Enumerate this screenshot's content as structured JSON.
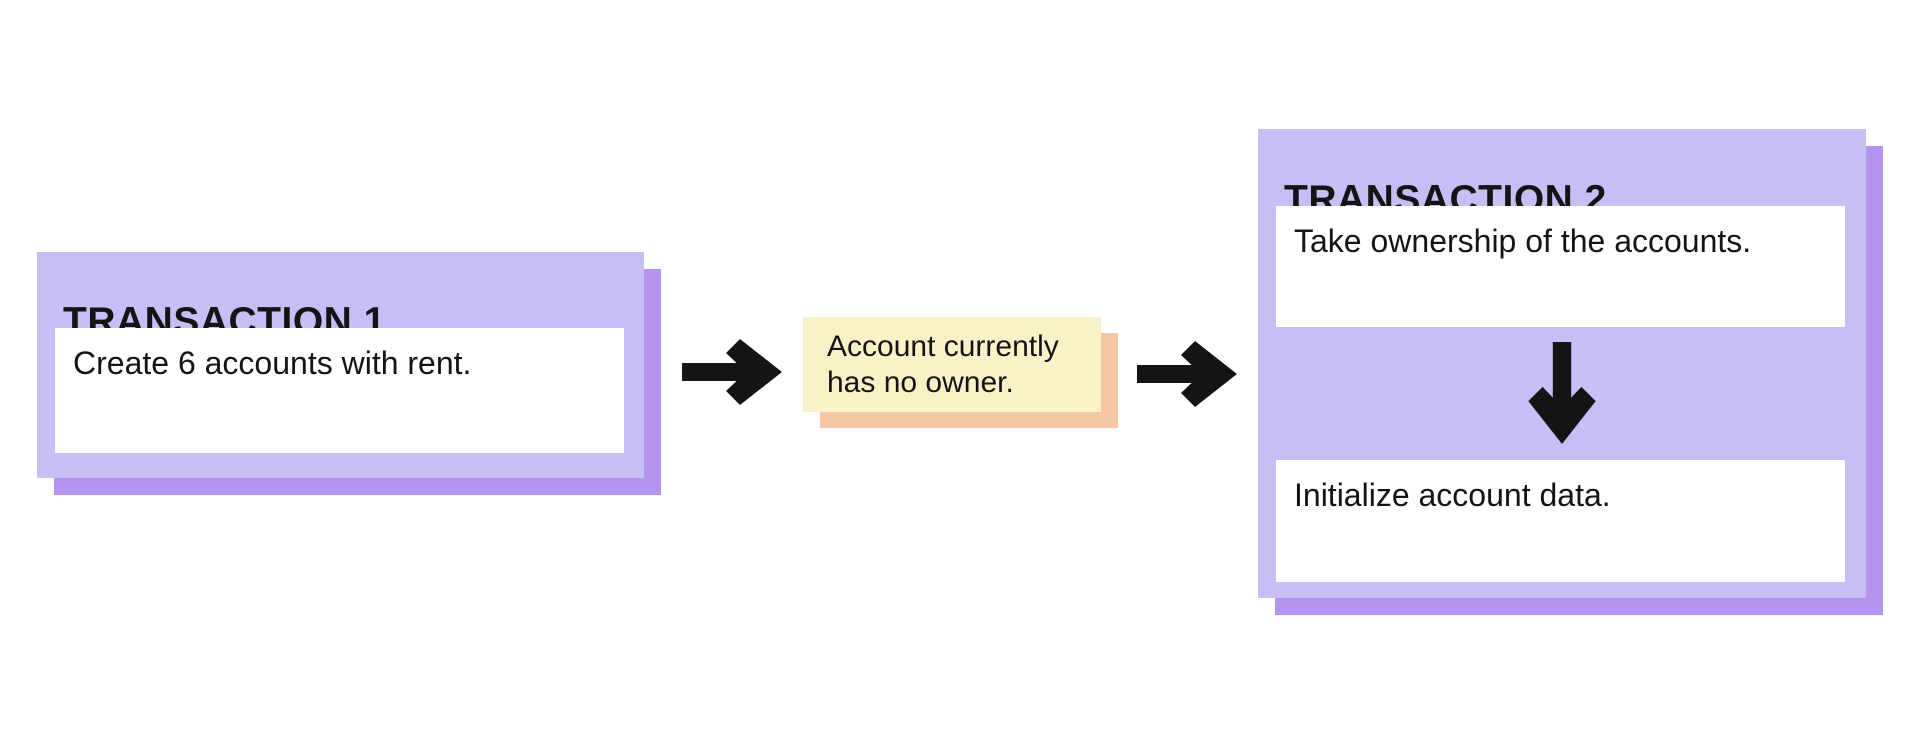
{
  "colors": {
    "purple_light": "#c7bef6",
    "purple_shadow": "#b494ef",
    "note_yellow": "#fbf1c7",
    "note_shadow": "#f5c5a4",
    "ink": "#141414",
    "card_white": "#ffffff"
  },
  "transaction1": {
    "title": "TRANSACTION 1",
    "steps": [
      {
        "text": "Create 6 accounts with rent."
      }
    ]
  },
  "connector_note": {
    "lines": [
      "Account currently",
      "has no owner."
    ]
  },
  "transaction2": {
    "title": "TRANSACTION 2",
    "steps": [
      {
        "text": "Take ownership of the accounts."
      },
      {
        "text": "Initialize account data."
      }
    ]
  },
  "icons": {
    "arrow1": "arrow-right-icon",
    "arrow2": "arrow-right-icon",
    "transaction2_step_connector": "arrow-down-icon"
  }
}
